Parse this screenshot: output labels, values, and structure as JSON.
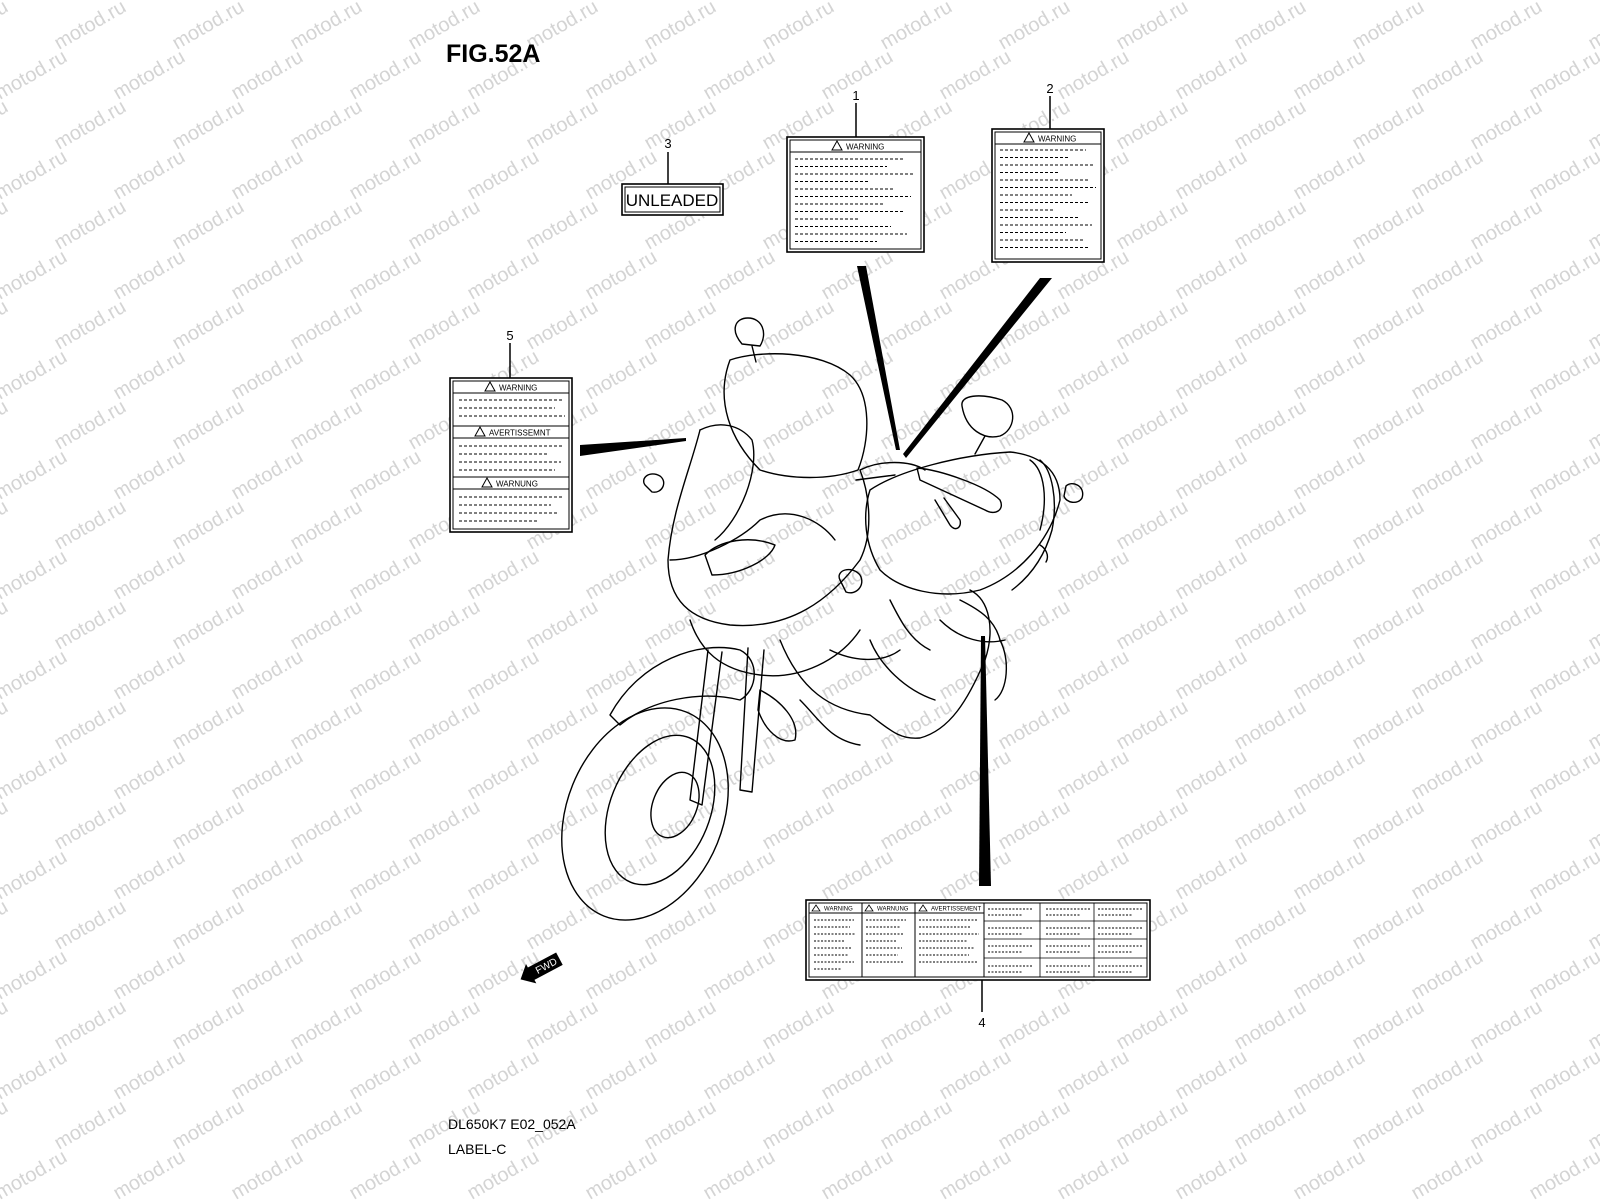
{
  "figure": {
    "title": "FIG.52A"
  },
  "watermark": {
    "text": "motod.ru"
  },
  "callouts": {
    "c1": "1",
    "c2": "2",
    "c3": "3",
    "c4": "4",
    "c5": "5"
  },
  "labels": {
    "unleaded": "UNLEADED",
    "warning": "WARNING",
    "avertissement": "AVERTISSEMNT",
    "warnung": "WARNUNG",
    "avertissement_4": "AVERTISSEMENT"
  },
  "fwd": "FWD",
  "footer": {
    "code": "DL650K7 E02_052A",
    "section": "LABEL-C"
  }
}
